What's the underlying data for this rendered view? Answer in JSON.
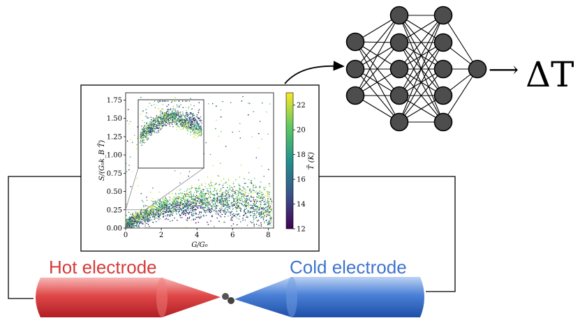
{
  "labels": {
    "hot": "Hot electrode",
    "cold": "Cold electrode",
    "output": "ΔT",
    "arrow": "⟶"
  },
  "colors": {
    "hot": "#d63a3a",
    "cold": "#3f74cc",
    "node": "#4d4d4d"
  },
  "network": {
    "layers": [
      3,
      5,
      5,
      1
    ]
  },
  "chart_data": {
    "type": "scatter",
    "title": "",
    "xlabel": "G/G₀",
    "ylabel": "S/(G₀k_B T̄)",
    "xlim": [
      0,
      8.3
    ],
    "ylim": [
      0,
      1.85
    ],
    "xticks": [
      "0",
      "2",
      "4",
      "6",
      "8"
    ],
    "yticks": [
      "0.00",
      "0.25",
      "0.50",
      "0.75",
      "1.00",
      "1.25",
      "1.50",
      "1.75"
    ],
    "colorbar": {
      "label": "T̄ (K)",
      "range": [
        12,
        23
      ],
      "ticks": [
        "12",
        "14",
        "16",
        "18",
        "20",
        "22"
      ],
      "colormap": "viridis"
    },
    "inset": {
      "xlim": [
        0,
        1.1
      ],
      "ylim": [
        0,
        0.28
      ]
    }
  }
}
